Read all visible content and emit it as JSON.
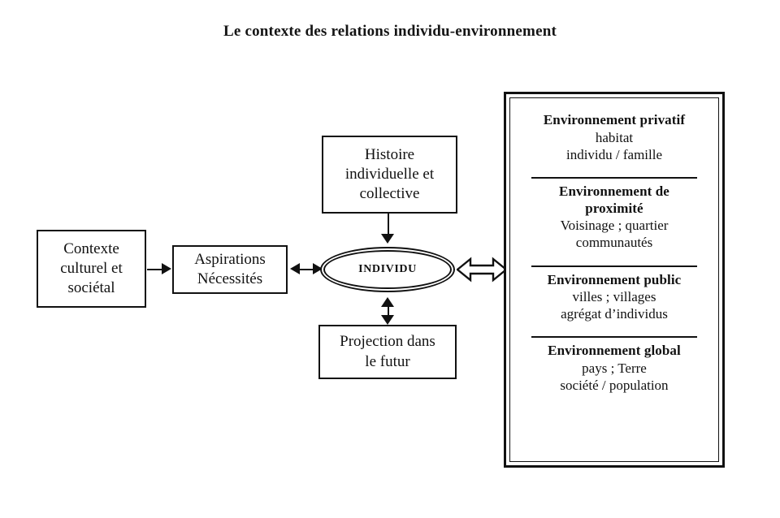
{
  "title": "Le contexte des relations individu-environnement",
  "nodes": {
    "contexte": {
      "line1": "Contexte",
      "line2": "culturel et",
      "line3": "sociétal"
    },
    "aspirations": {
      "line1": "Aspirations",
      "line2": "Nécessités"
    },
    "histoire": {
      "line1": "Histoire",
      "line2": "individuelle et",
      "line3": "collective"
    },
    "projection": {
      "line1": "Projection dans",
      "line2": "le futur"
    },
    "individu": {
      "label": "INDIVIDU"
    }
  },
  "panel": {
    "sections": [
      {
        "heading": "Environnement privatif",
        "line1": "habitat",
        "line2": "individu / famille"
      },
      {
        "heading": "Environnement de",
        "heading2": "proximité",
        "line1": "Voisinage ; quartier",
        "line2": "communautés"
      },
      {
        "heading": "Environnement public",
        "line1": "villes ; villages",
        "line2": "agrégat d’individus"
      },
      {
        "heading": "Environnement global",
        "line1": "pays ; Terre",
        "line2": "société / population"
      }
    ]
  },
  "connectors": {
    "contexte_to_aspirations": "arrow-right",
    "aspirations_to_individu": "double-arrow-horizontal",
    "histoire_to_individu": "arrow-down",
    "individu_to_projection": "double-arrow-vertical",
    "individu_to_panel": "block-double-arrow-horizontal"
  },
  "colors": {
    "ink": "#111111",
    "background": "#ffffff"
  }
}
